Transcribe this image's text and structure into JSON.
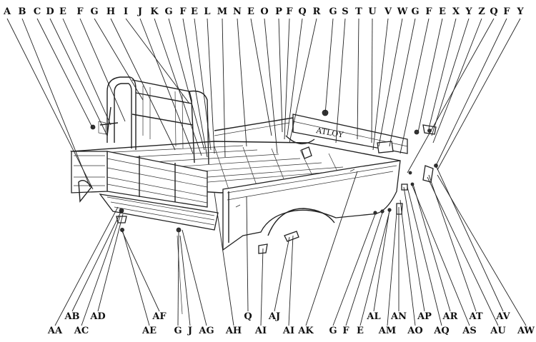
{
  "illustration": {
    "side_lettering": "ATLOY"
  },
  "top_labels": [
    "A",
    "B",
    "C",
    "D",
    "E",
    "F",
    "G",
    "H",
    "I",
    "J",
    "K",
    "G",
    "F",
    "E",
    "L",
    "M",
    "N",
    "E",
    "O",
    "P",
    "F",
    "Q",
    "R",
    "G",
    "S",
    "T",
    "U",
    "V",
    "W",
    "G",
    "F",
    "E",
    "X",
    "Y",
    "Z",
    "Q",
    "F",
    "Y"
  ],
  "bottom_labels_upper": [
    "AB",
    "AD",
    "AF",
    "Q",
    "AJ",
    "AL",
    "AN",
    "AP",
    "AR",
    "AT",
    "AV"
  ],
  "bottom_labels_lower": [
    "AA",
    "AC",
    "AE",
    "G",
    "J",
    "AG",
    "AH",
    "AI",
    "AI",
    "AK",
    "G",
    "F",
    "E",
    "AM",
    "AO",
    "AQ",
    "AS",
    "AU",
    "AW"
  ]
}
